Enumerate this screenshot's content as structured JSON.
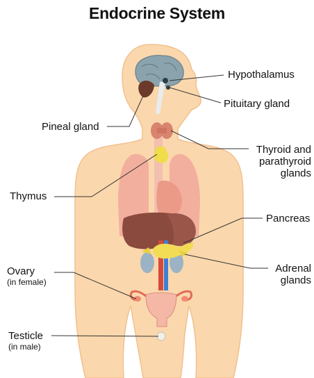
{
  "title": "Endocrine System",
  "labels": {
    "hypothalamus": "Hypothalamus",
    "pituitary": "Pituitary gland",
    "pineal": "Pineal gland",
    "thyroid_line1": "Thyroid and",
    "thyroid_line2": "parathyroid",
    "thyroid_line3": "glands",
    "thymus": "Thymus",
    "pancreas": "Pancreas",
    "adrenal_line1": "Adrenal",
    "adrenal_line2": "glands",
    "ovary": "Ovary",
    "ovary_note": "(in female)",
    "testicle": "Testicle",
    "testicle_note": "(in male)"
  },
  "colors": {
    "body": "#fbd7ad",
    "body_outline": "#f2c08e",
    "brain": "#8aa3ad",
    "cerebellum": "#6b3a2a",
    "thyroid": "#d9846e",
    "thymus": "#f1dc4a",
    "lungs": "#f1a89a",
    "liver": "#8a4a3e",
    "pancreas": "#f2dc55",
    "kidney": "#9bb3c4",
    "aorta": "#d64a3a",
    "vein": "#3f7fd4",
    "uterus": "#f5b7a6",
    "leader_line": "#333333"
  }
}
